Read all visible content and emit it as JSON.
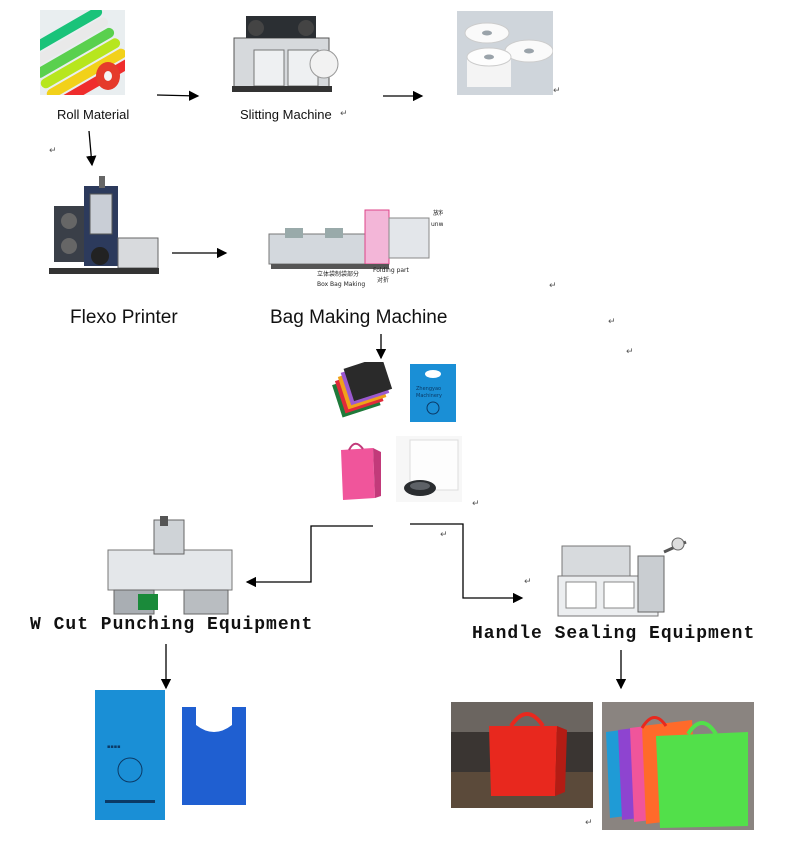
{
  "labels": {
    "roll_material": "Roll Material",
    "slitting_machine": "Slitting Machine",
    "flexo_printer": "Flexo Printer",
    "bag_making_machine": "Bag Making Machine",
    "w_cut_punching": "W Cut Punching Equipment",
    "handle_sealing": "Handle Sealing Equipment"
  },
  "machine_annotations": {
    "cn_unwinding": "放料",
    "unwinding": "unwinding",
    "cn_box_bag": "立体袋制袋部分",
    "box_bag_making": "Box Bag Making",
    "folding_part": "Folding part",
    "cn_folding": "对折"
  },
  "bag_text": {
    "brand_line1": "Zhengyao",
    "brand_line2": "Machinery"
  },
  "paragraph_mark": "↵",
  "colors": {
    "arrow": "#000000",
    "blue_bag": "#1a8fd6",
    "w_bag": "#1f5fd1",
    "red_bag": "#e8281e",
    "green_bag": "#52e04a",
    "pink_bag": "#f0559b"
  }
}
